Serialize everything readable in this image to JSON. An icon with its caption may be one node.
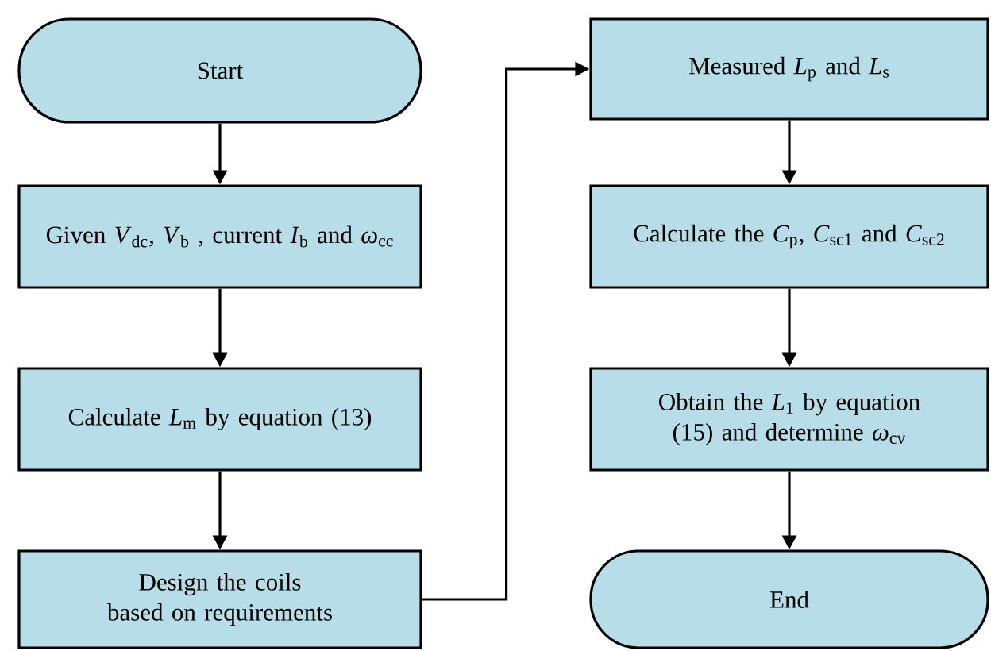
{
  "diagram": {
    "nodes": [
      {
        "text": [
          "Start"
        ]
      },
      {
        "text": [
          "Given *V*$_{dc}$, *V*$_{b}$ , current *I*$_{b}$ and *ω*$_{cc}$"
        ]
      },
      {
        "text": [
          "Calculate *L*$_{m}$ by equation (13)"
        ]
      },
      {
        "text": [
          "Design the coils based on requirements"
        ]
      },
      {
        "text": [
          "Measured *L*$_{p}$ and *L*$_{s}$"
        ]
      },
      {
        "text": [
          "Calculate the *C*$_{p}$, *C*$_{sc1}$ and *C*$_{sc2}$"
        ]
      },
      {
        "text": [
          "Obtain the *L*$_{1}$ by equation (15) and determine *ω*$_{cv}$"
        ]
      },
      {
        "text": [
          "End"
        ]
      }
    ],
    "edges": [
      {
        "from": 0,
        "to": 1,
        "arrow": "to"
      },
      {
        "from": 1,
        "to": 2,
        "arrow": "to"
      },
      {
        "from": 2,
        "to": 3,
        "arrow": "to"
      },
      {
        "from": 3,
        "to": 4,
        "arrow": "to"
      },
      {
        "from": 4,
        "to": 5,
        "arrow": "to"
      },
      {
        "from": 5,
        "to": 6,
        "arrow": "to"
      },
      {
        "from": 6,
        "to": 7,
        "arrow": "to"
      }
    ]
  }
}
